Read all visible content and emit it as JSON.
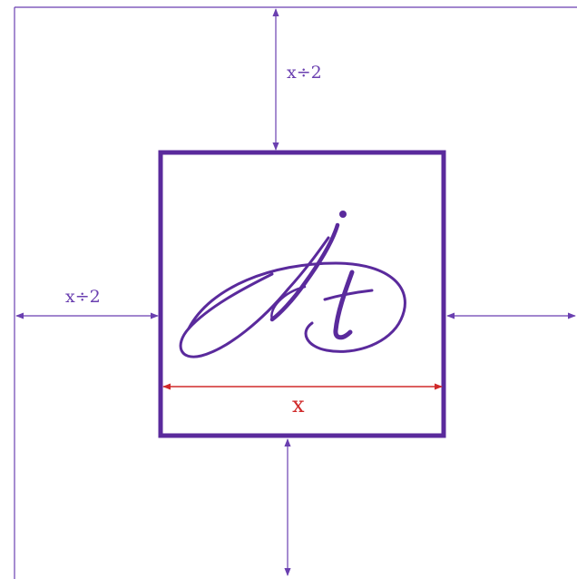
{
  "diagram": {
    "title": "",
    "labels": {
      "top_spacing": "x÷2",
      "left_spacing": "x÷2",
      "logo_width": "x"
    },
    "logo_glyphs": "jt"
  },
  "colors": {
    "frame": "#6a3fb0",
    "logo_box": "#5a2a9c",
    "logo_script": "#5a2a9c",
    "dimension_lines": "#6a3fb0",
    "width_dimension": "#d02a2a",
    "label_text": "#6a3fb0",
    "width_label_text": "#d02a2a",
    "background": "#ffffff"
  }
}
